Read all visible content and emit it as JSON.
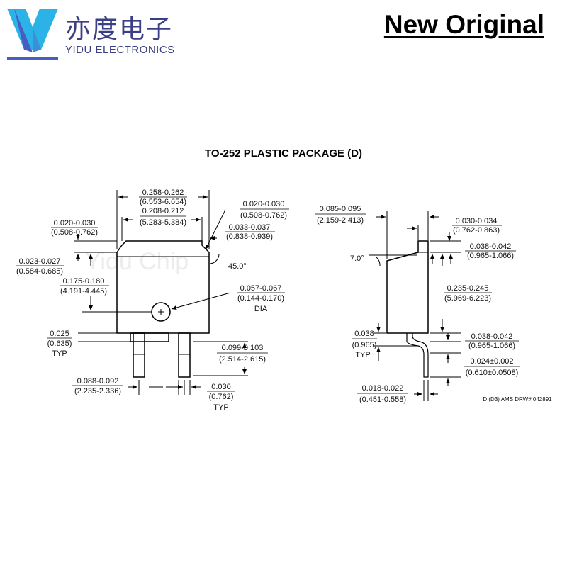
{
  "brand": {
    "name_cn": "亦度电子",
    "name_en": "YIDU ELECTRONICS",
    "color": "#3a3f86",
    "logo_colors": [
      "#2bb2e6",
      "#4a5cc4"
    ],
    "logo_icon": "yidu-logo-icon"
  },
  "headline": "New Original",
  "package_title": "TO-252 PLASTIC PACKAGE (D)",
  "watermark": "Yidu Chip",
  "front_view": {
    "overall_width": {
      "in": "0.258-0.262",
      "mm": "(6.553-6.654)"
    },
    "tab_width": {
      "in": "0.208-0.212",
      "mm": "(5.283-5.384)"
    },
    "top_left_offset": {
      "in": "0.020-0.030",
      "mm": "(0.508-0.762)"
    },
    "top_right_offset": {
      "in": "0.020-0.030",
      "mm": "(0.508-0.762)"
    },
    "chamfer": {
      "in": "0.033-0.037",
      "mm": "(0.838-0.939)"
    },
    "chamfer_angle": "45.0°",
    "tab_height": {
      "in": "0.023-0.027",
      "mm": "(0.584-0.685)"
    },
    "hole_height": {
      "in": "0.175-0.180",
      "mm": "(4.191-4.445)"
    },
    "hole_dia": {
      "in": "0.057-0.067",
      "mm": "(0.144-0.170)",
      "label": "DIA"
    },
    "lead_step": {
      "in": "0.025",
      "mm": "(0.635)",
      "note": "TYP"
    },
    "lead_length": {
      "in": "0.099-0.103",
      "mm": "(2.514-2.615)"
    },
    "lead_pitch": {
      "in": "0.088-0.092",
      "mm": "(2.235-2.336)"
    },
    "lead_width": {
      "in": "0.030",
      "mm": "(0.762)",
      "note": "TYP"
    }
  },
  "side_view": {
    "body_thickness": {
      "in": "0.085-0.095",
      "mm": "(2.159-2.413)"
    },
    "tab_thickness": {
      "in": "0.030-0.034",
      "mm": "(0.762-0.863)"
    },
    "angle": "7.0°",
    "tab_rise": {
      "in": "0.038-0.042",
      "mm": "(0.965-1.066)"
    },
    "body_height": {
      "in": "0.235-0.245",
      "mm": "(5.969-6.223)"
    },
    "lead_offset": {
      "in": "0.038",
      "mm": "(0.965)",
      "note": "TYP"
    },
    "lead_drop": {
      "in": "0.038-0.042",
      "mm": "(0.965-1.066)"
    },
    "lead_foot": {
      "in": "0.024±0.002",
      "mm": "(0.610±0.0508)"
    },
    "lead_thickness": {
      "in": "0.018-0.022",
      "mm": "(0.451-0.558)"
    },
    "drawing_ref": "D (D3) AMS DRW# 042891"
  }
}
